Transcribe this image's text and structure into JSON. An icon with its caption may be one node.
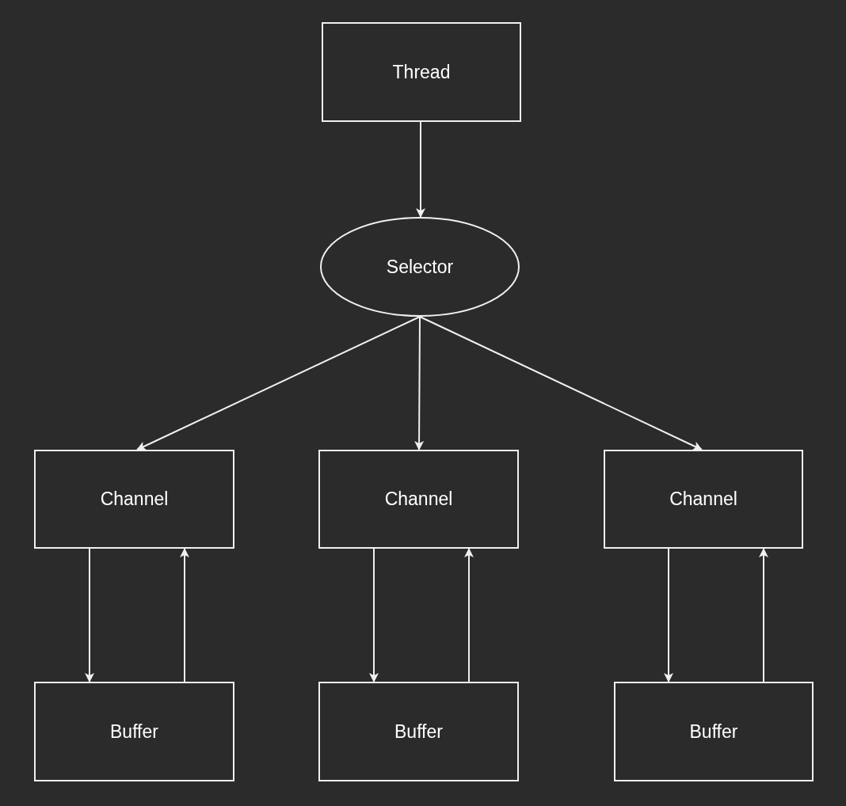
{
  "diagram": {
    "nodes": [
      {
        "text": [
          "Thread"
        ]
      },
      {
        "text": [
          "Selector"
        ]
      },
      {
        "text": [
          "Channel"
        ]
      },
      {
        "text": [
          "Channel"
        ]
      },
      {
        "text": [
          "Channel"
        ]
      },
      {
        "text": [
          "Buffer"
        ]
      },
      {
        "text": [
          "Buffer"
        ]
      },
      {
        "text": [
          "Buffer"
        ]
      }
    ],
    "edges": [
      {
        "from": 0,
        "to": 1,
        "arrow": "to"
      },
      {
        "from": 1,
        "to": 2,
        "arrow": "to"
      },
      {
        "from": 1,
        "to": 3,
        "arrow": "to"
      },
      {
        "from": 1,
        "to": 4,
        "arrow": "to"
      },
      {
        "from": 2,
        "to": 5,
        "arrow": "to"
      },
      {
        "from": 5,
        "to": 2,
        "arrow": "to"
      },
      {
        "from": 3,
        "to": 6,
        "arrow": "to"
      },
      {
        "from": 6,
        "to": 3,
        "arrow": "to"
      },
      {
        "from": 4,
        "to": 7,
        "arrow": "to"
      },
      {
        "from": 7,
        "to": 4,
        "arrow": "to"
      }
    ]
  }
}
